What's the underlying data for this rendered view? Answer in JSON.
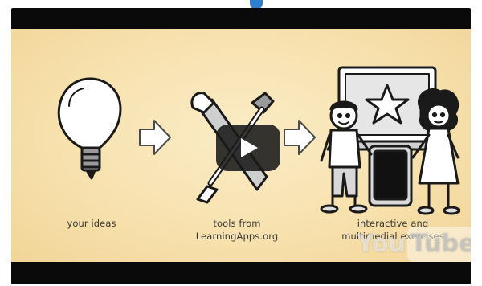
{
  "video": {
    "captions": {
      "ideas": "your ideas",
      "tools_line1": "tools from",
      "tools_line2": "LearningApps.org",
      "result_line1": "interactive and",
      "result_line2": "multimedial exercises"
    },
    "play_icon": "play-icon",
    "watermark": {
      "left": "You",
      "right": "Tube"
    },
    "colors": {
      "background": "#f7e1ae",
      "frame": "#0a0a0a",
      "indicator": "#2f7fd0"
    }
  }
}
